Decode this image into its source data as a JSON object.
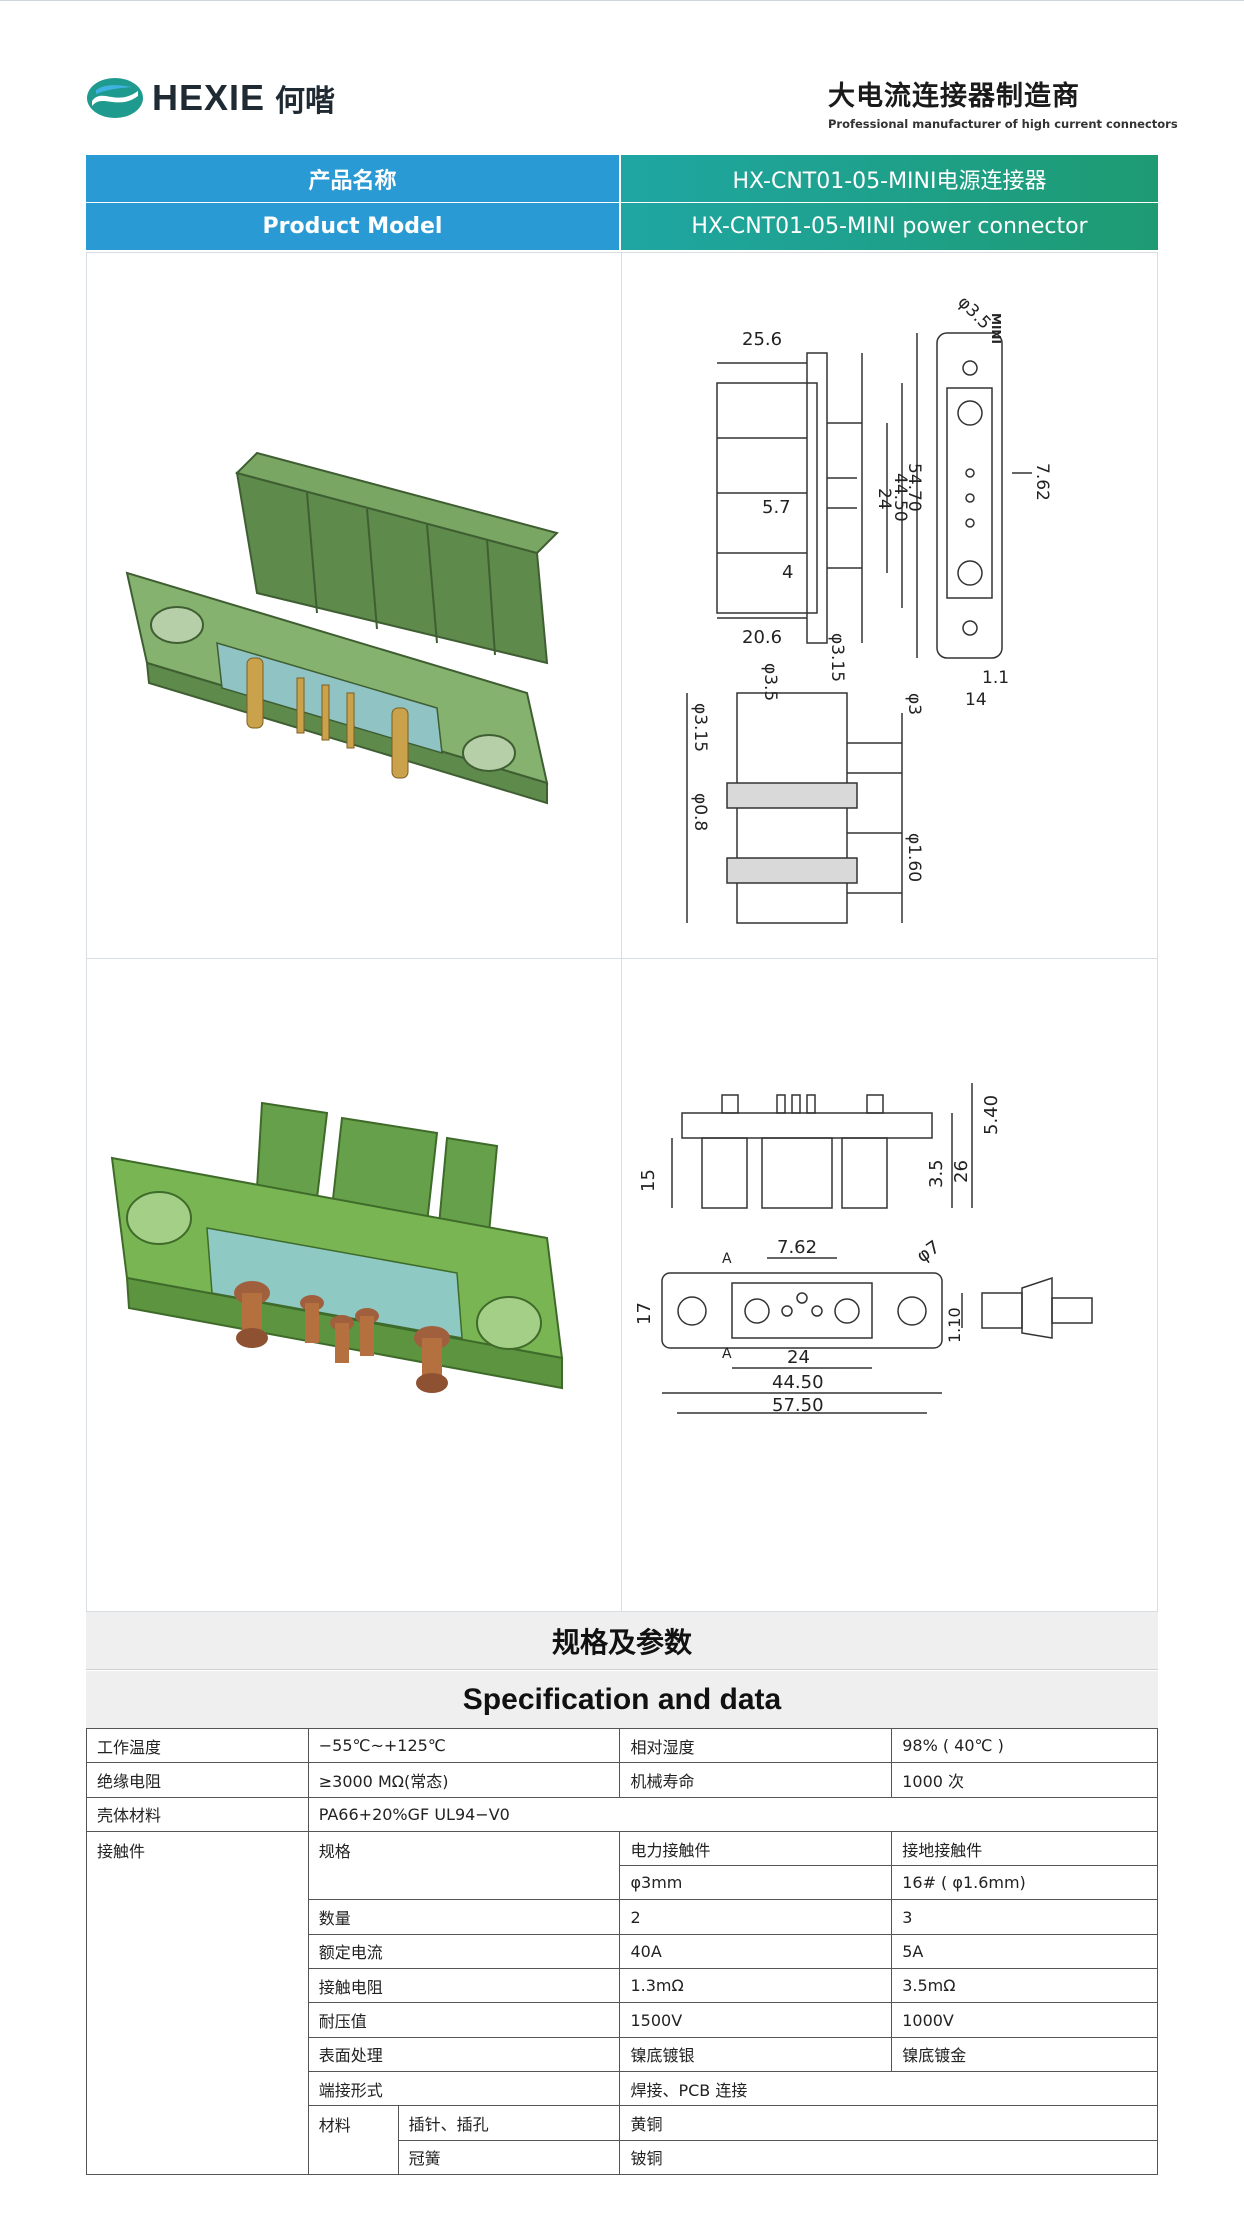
{
  "brand": {
    "name": "HEXIE",
    "name_cn": "何喈",
    "tagline_cn": "大电流连接器制造商",
    "tagline_en": "Professional manufacturer of high current connectors",
    "colors": {
      "blue": "#2a9ad4",
      "green": "#1e9b72",
      "connector_green": "#6a9a54"
    }
  },
  "model": {
    "label_cn": "产品名称",
    "label_en": "Product Model",
    "value_cn": "HX-CNT01-05-MINI电源连接器",
    "value_en": "HX-CNT01-05-MINI power connector"
  },
  "drawing_top": {
    "dims": [
      "25.6",
      "5.7",
      "4",
      "20.6",
      "φ3.15",
      "54.70",
      "44.50",
      "24",
      "7.62",
      "φ3.5",
      "1.1",
      "14",
      "φ3.15",
      "φ3.5",
      "φ3",
      "φ0.8",
      "φ1.60"
    ],
    "mini_label": "MINI"
  },
  "drawing_bottom": {
    "dims": [
      "15",
      "3.5",
      "26",
      "5.40",
      "7.62",
      "φ7",
      "17",
      "1.10",
      "24",
      "44.50",
      "57.50",
      "A",
      "A"
    ]
  },
  "spec": {
    "title_cn": "规格及参数",
    "title_en": "Specification and data",
    "rows": {
      "temp_label": "工作温度",
      "temp_value": "−55℃~+125℃",
      "humidity_label": "相对湿度",
      "humidity_value": "98% ( 40℃ )",
      "insulation_label": "绝缘电阻",
      "insulation_value": "≥3000 MΩ(常态)",
      "life_label": "机械寿命",
      "life_value": "1000 次",
      "housing_label": "壳体材料",
      "housing_value": "PA66+20%GF  UL94−V0",
      "contact_label": "接触件",
      "spec_label": "规格",
      "power_contact": "电力接触件",
      "ground_contact": "接地接触件",
      "power_spec": "φ3mm",
      "ground_spec": "16# ( φ1.6mm)",
      "qty_label": "数量",
      "qty_power": "2",
      "qty_ground": "3",
      "current_label": "额定电流",
      "current_power": "40A",
      "current_ground": "5A",
      "resistance_label": "接触电阻",
      "resistance_power": "1.3mΩ",
      "resistance_ground": "3.5mΩ",
      "voltage_label": "耐压值",
      "voltage_power": "1500V",
      "voltage_ground": "1000V",
      "surface_label": "表面处理",
      "surface_power": "镍底镀银",
      "surface_ground": "镍底镀金",
      "terminal_label": "端接形式",
      "terminal_value": "焊接、PCB 连接",
      "material_label": "材料",
      "pin_label": "插针、插孔",
      "pin_value": "黄铜",
      "spring_label": "冠簧",
      "spring_value": "铍铜"
    }
  }
}
